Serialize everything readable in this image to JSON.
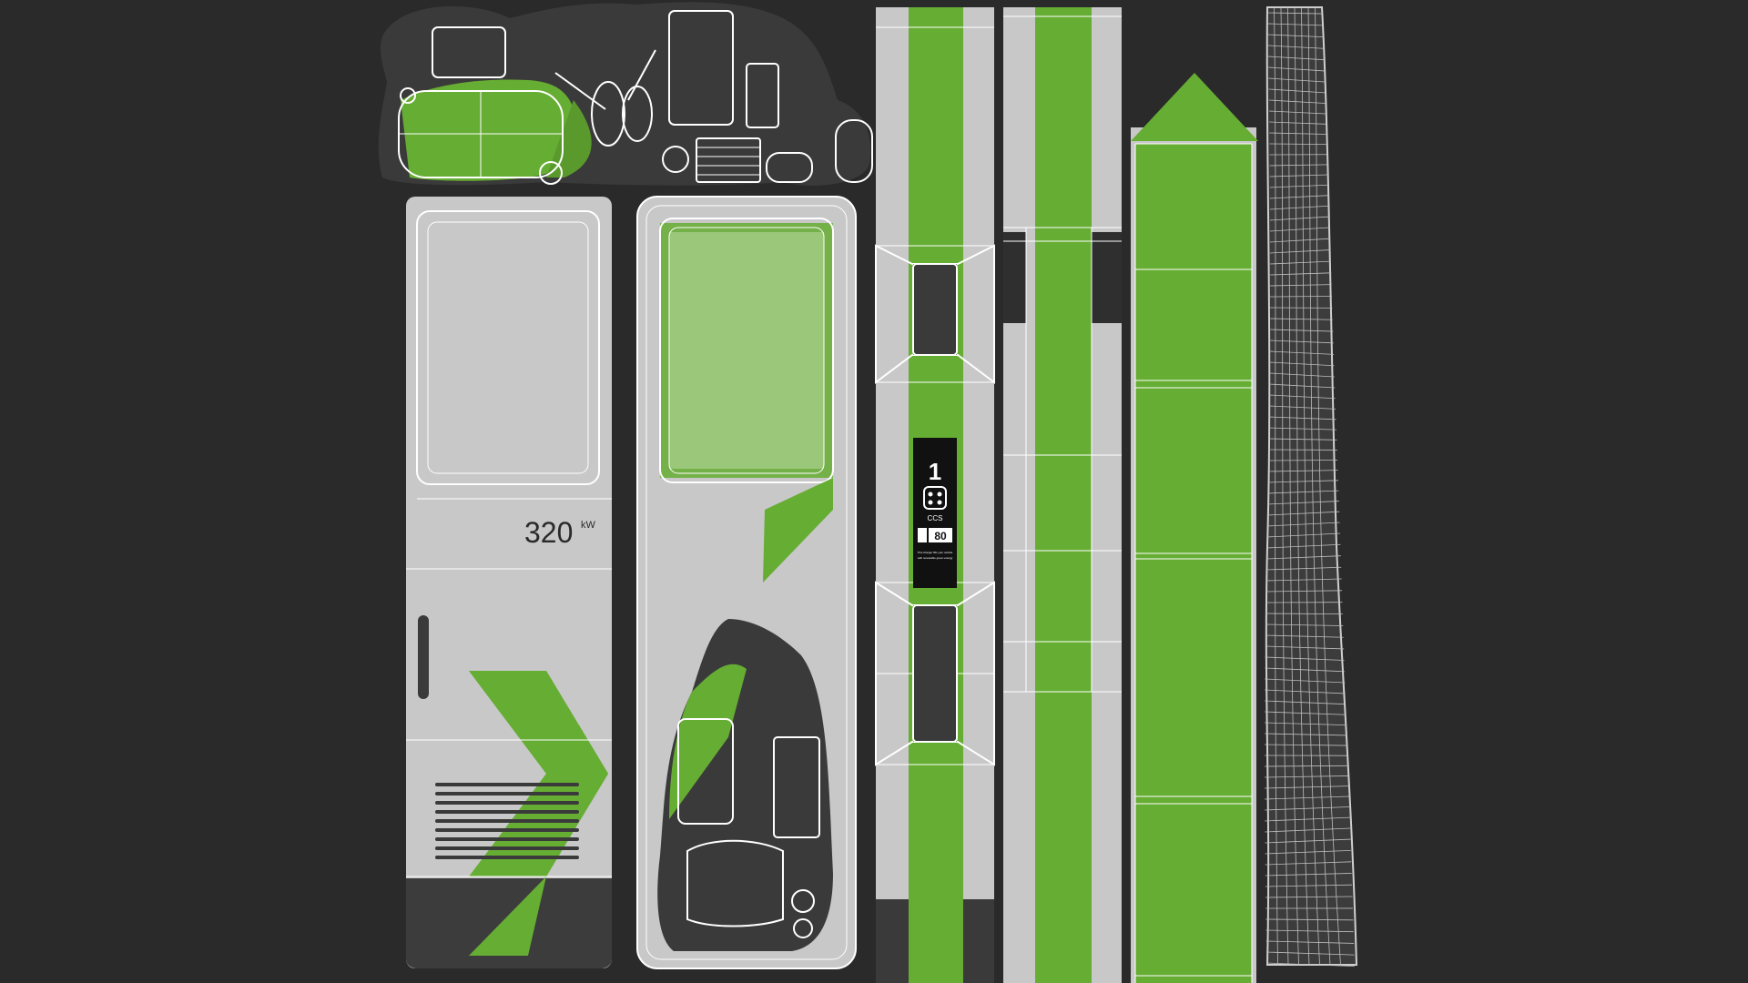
{
  "texture": {
    "colors": {
      "background": "#2a2a2a",
      "panel": "#c8c8c8",
      "green": "#66ad33",
      "bright_green": "#7ad03d",
      "dark": "#3a3a3a",
      "wire": "#ffffff"
    },
    "power_rating": {
      "value": "320",
      "unit": "kW"
    },
    "connector_label": {
      "number": "1",
      "type": "CCS",
      "power": "80",
      "note_line1": "This charger fills your vehicle",
      "note_line2": "with renewable green energy"
    }
  }
}
